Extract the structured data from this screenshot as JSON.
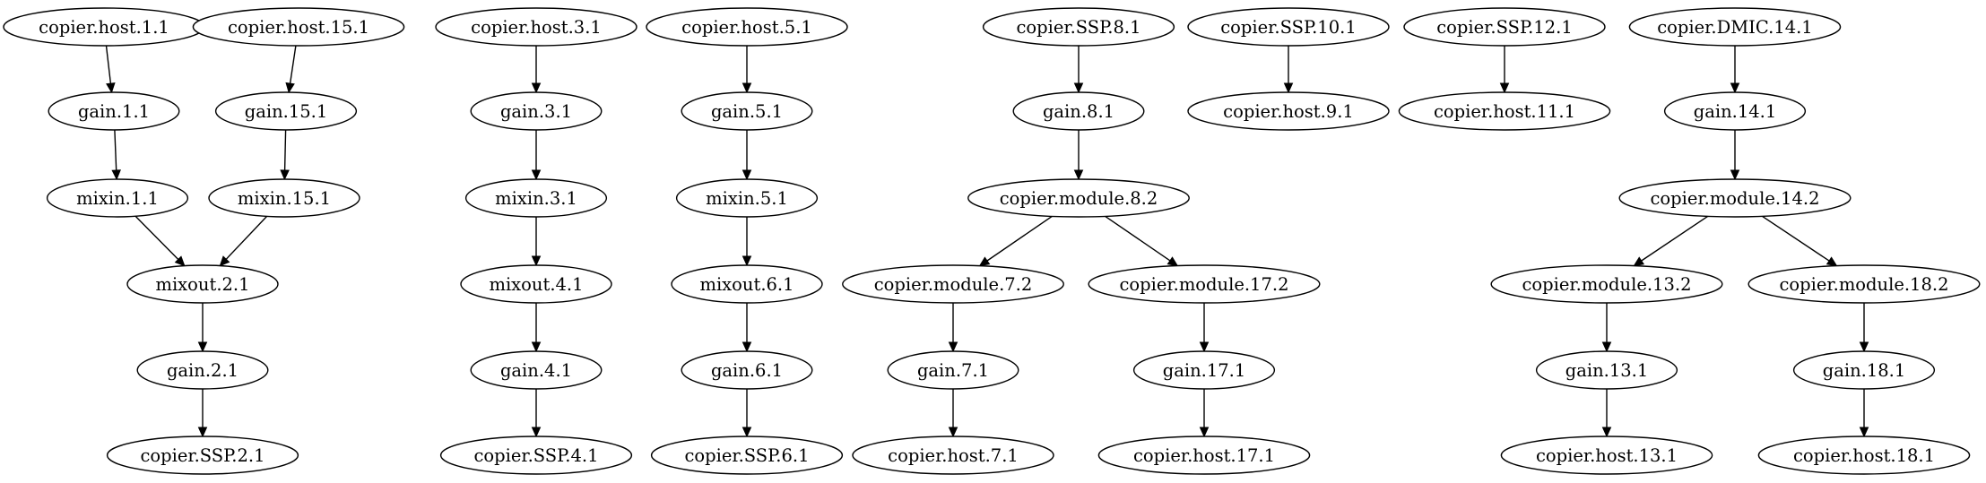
{
  "graph": {
    "nodes": {
      "n_host_1_1": "copier.host.1.1",
      "n_host_15_1": "copier.host.15.1",
      "n_host_3_1": "copier.host.3.1",
      "n_host_5_1": "copier.host.5.1",
      "n_ssp_8_1": "copier.SSP.8.1",
      "n_ssp_10_1": "copier.SSP.10.1",
      "n_ssp_12_1": "copier.SSP.12.1",
      "n_dmic_14_1": "copier.DMIC.14.1",
      "n_gain_1_1": "gain.1.1",
      "n_gain_15_1": "gain.15.1",
      "n_gain_3_1": "gain.3.1",
      "n_gain_5_1": "gain.5.1",
      "n_gain_8_1": "gain.8.1",
      "n_host_9_1": "copier.host.9.1",
      "n_host_11_1": "copier.host.11.1",
      "n_gain_14_1": "gain.14.1",
      "n_mixin_1_1": "mixin.1.1",
      "n_mixin_15_1": "mixin.15.1",
      "n_mixin_3_1": "mixin.3.1",
      "n_mixin_5_1": "mixin.5.1",
      "n_module_8_2": "copier.module.8.2",
      "n_module_14_2": "copier.module.14.2",
      "n_mixout_2_1": "mixout.2.1",
      "n_mixout_4_1": "mixout.4.1",
      "n_mixout_6_1": "mixout.6.1",
      "n_module_7_2": "copier.module.7.2",
      "n_module_17_2": "copier.module.17.2",
      "n_module_13_2": "copier.module.13.2",
      "n_module_18_2": "copier.module.18.2",
      "n_gain_2_1": "gain.2.1",
      "n_gain_4_1": "gain.4.1",
      "n_gain_6_1": "gain.6.1",
      "n_gain_7_1": "gain.7.1",
      "n_gain_17_1": "gain.17.1",
      "n_gain_13_1": "gain.13.1",
      "n_gain_18_1": "gain.18.1",
      "n_ssp_2_1": "copier.SSP.2.1",
      "n_ssp_4_1": "copier.SSP.4.1",
      "n_ssp_6_1": "copier.SSP.6.1",
      "n_host_7_1": "copier.host.7.1",
      "n_host_17_1": "copier.host.17.1",
      "n_host_13_1": "copier.host.13.1",
      "n_host_18_1": "copier.host.18.1"
    },
    "edges": [
      [
        "n_host_1_1",
        "n_gain_1_1"
      ],
      [
        "n_gain_1_1",
        "n_mixin_1_1"
      ],
      [
        "n_mixin_1_1",
        "n_mixout_2_1"
      ],
      [
        "n_host_15_1",
        "n_gain_15_1"
      ],
      [
        "n_gain_15_1",
        "n_mixin_15_1"
      ],
      [
        "n_mixin_15_1",
        "n_mixout_2_1"
      ],
      [
        "n_mixout_2_1",
        "n_gain_2_1"
      ],
      [
        "n_gain_2_1",
        "n_ssp_2_1"
      ],
      [
        "n_host_3_1",
        "n_gain_3_1"
      ],
      [
        "n_gain_3_1",
        "n_mixin_3_1"
      ],
      [
        "n_mixin_3_1",
        "n_mixout_4_1"
      ],
      [
        "n_mixout_4_1",
        "n_gain_4_1"
      ],
      [
        "n_gain_4_1",
        "n_ssp_4_1"
      ],
      [
        "n_host_5_1",
        "n_gain_5_1"
      ],
      [
        "n_gain_5_1",
        "n_mixin_5_1"
      ],
      [
        "n_mixin_5_1",
        "n_mixout_6_1"
      ],
      [
        "n_mixout_6_1",
        "n_gain_6_1"
      ],
      [
        "n_gain_6_1",
        "n_ssp_6_1"
      ],
      [
        "n_ssp_8_1",
        "n_gain_8_1"
      ],
      [
        "n_gain_8_1",
        "n_module_8_2"
      ],
      [
        "n_module_8_2",
        "n_module_7_2"
      ],
      [
        "n_module_8_2",
        "n_module_17_2"
      ],
      [
        "n_module_7_2",
        "n_gain_7_1"
      ],
      [
        "n_gain_7_1",
        "n_host_7_1"
      ],
      [
        "n_module_17_2",
        "n_gain_17_1"
      ],
      [
        "n_gain_17_1",
        "n_host_17_1"
      ],
      [
        "n_ssp_10_1",
        "n_host_9_1"
      ],
      [
        "n_ssp_12_1",
        "n_host_11_1"
      ],
      [
        "n_dmic_14_1",
        "n_gain_14_1"
      ],
      [
        "n_gain_14_1",
        "n_module_14_2"
      ],
      [
        "n_module_14_2",
        "n_module_13_2"
      ],
      [
        "n_module_14_2",
        "n_module_18_2"
      ],
      [
        "n_module_13_2",
        "n_gain_13_1"
      ],
      [
        "n_gain_13_1",
        "n_host_13_1"
      ],
      [
        "n_module_18_2",
        "n_gain_18_1"
      ],
      [
        "n_gain_18_1",
        "n_host_18_1"
      ]
    ]
  }
}
